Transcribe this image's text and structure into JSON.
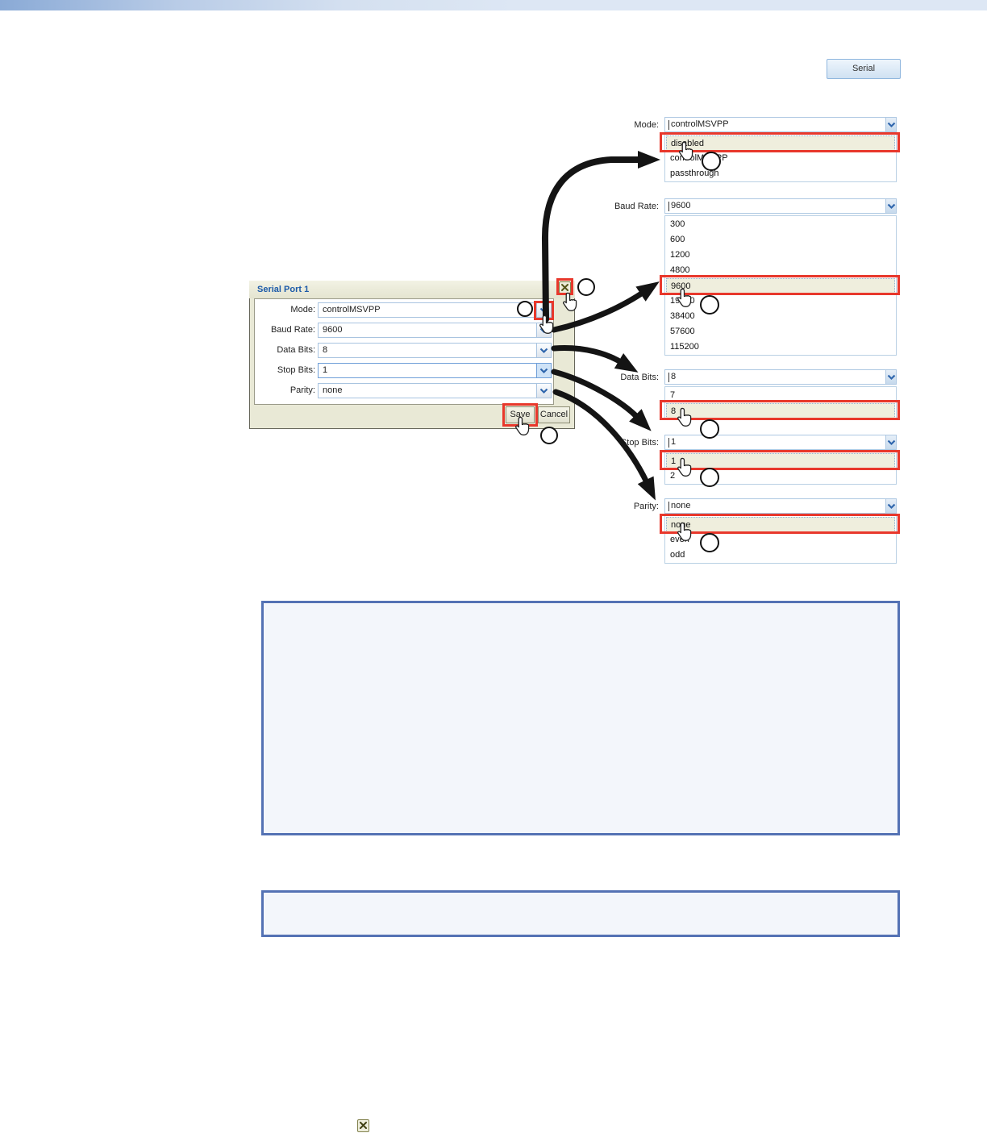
{
  "header": {
    "tab_label": "Serial"
  },
  "dialog": {
    "title": "Serial Port 1",
    "fields": [
      {
        "label": "Mode:",
        "value": "controlMSVPP"
      },
      {
        "label": "Baud Rate:",
        "value": "9600"
      },
      {
        "label": "Data Bits:",
        "value": "8"
      },
      {
        "label": "Stop Bits:",
        "value": "1"
      },
      {
        "label": "Parity:",
        "value": "none"
      }
    ],
    "save_label": "Save",
    "cancel_label": "Cancel"
  },
  "panels": [
    {
      "id": "mode",
      "label": "Mode:",
      "value": "controlMSVPP",
      "options": [
        "disabled",
        "controlMSVPP",
        "passthrough"
      ],
      "highlighted": "disabled"
    },
    {
      "id": "baud",
      "label": "Baud Rate:",
      "value": "9600",
      "options": [
        "300",
        "600",
        "1200",
        "4800",
        "9600",
        "19200",
        "38400",
        "57600",
        "115200"
      ],
      "highlighted": "9600"
    },
    {
      "id": "databits",
      "label": "Data Bits:",
      "value": "8",
      "options": [
        "7",
        "8"
      ],
      "highlighted": "8"
    },
    {
      "id": "stopbits",
      "label": "Stop Bits:",
      "value": "1",
      "options": [
        "1",
        "2"
      ],
      "highlighted": "1"
    },
    {
      "id": "parity",
      "label": "Parity:",
      "value": "none",
      "options": [
        "none",
        "even",
        "odd"
      ],
      "highlighted": "none"
    }
  ],
  "icons": {
    "dialog_close": "x-icon",
    "combo_trigger": "chevron-down-icon",
    "cursor": "hand-cursor-icon",
    "legend_close": "x-icon"
  },
  "colors": {
    "annotation_red": "#e8382c",
    "highlight_row_beige": "#efeedd",
    "dialog_frame_beige": "#e9e9d6",
    "title_text_blue": "#1c5aa8",
    "combo_border_blue": "#aec8e2",
    "note_box_border_blue": "#5472b4",
    "note_box_fill": "#f3f6fb",
    "arrow_black": "#141414"
  }
}
